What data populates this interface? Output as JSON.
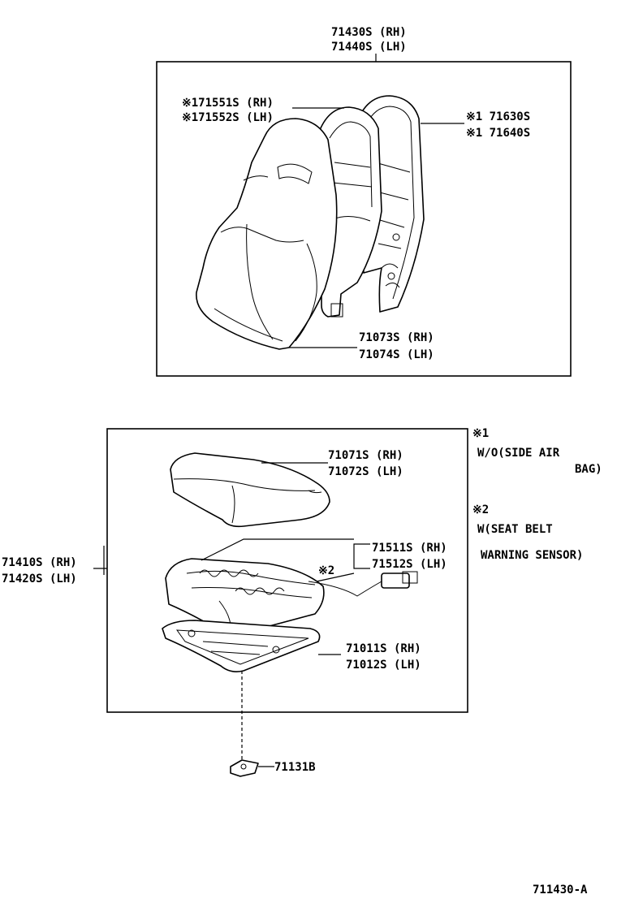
{
  "labels": {
    "seatback_assy_rh": "71430S (RH)",
    "seatback_assy_lh": "71440S (LH)",
    "back_cover_rh": "※171551S (RH)",
    "back_cover_lh": "※171552S (LH)",
    "back_frame_a": "※1 71630S",
    "back_frame_b": "※1 71640S",
    "back_pad_rh": "71073S (RH)",
    "back_pad_lh": "71074S (LH)",
    "cushion_cover_rh": "71071S (RH)",
    "cushion_cover_lh": "71072S (LH)",
    "cushion_assy_rh": "71410S (RH)",
    "cushion_assy_lh": "71420S (LH)",
    "sensor_rh": "71511S (RH)",
    "sensor_lh": "71512S (LH)",
    "sensor_mark": "※2",
    "cushion_frame_rh": "71011S (RH)",
    "cushion_frame_lh": "71012S (LH)",
    "clip": "71131B"
  },
  "notes": {
    "n1_mark": "※1",
    "n1_line1": "W/O(SIDE AIR",
    "n1_line2": "BAG)",
    "n2_mark": "※2",
    "n2_line1": "W(SEAT BELT",
    "n2_line2": "WARNING SENSOR)"
  },
  "figure_id": "711430-A"
}
